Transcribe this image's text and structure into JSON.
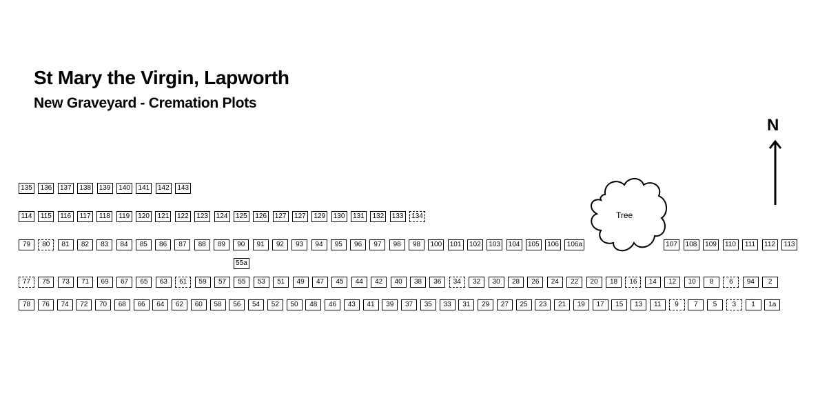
{
  "title": "St Mary the Virgin, Lapworth",
  "subtitle": "New Graveyard - Cremation Plots",
  "north_label": "N",
  "tree_label": "Tree",
  "rows": {
    "row1": [
      {
        "label": "135"
      },
      {
        "label": "136"
      },
      {
        "label": "137"
      },
      {
        "label": "138"
      },
      {
        "label": "139"
      },
      {
        "label": "140"
      },
      {
        "label": "141"
      },
      {
        "label": "142"
      },
      {
        "label": "143"
      }
    ],
    "row2": [
      {
        "label": "114"
      },
      {
        "label": "115"
      },
      {
        "label": "116"
      },
      {
        "label": "117"
      },
      {
        "label": "118"
      },
      {
        "label": "119"
      },
      {
        "label": "120"
      },
      {
        "label": "121"
      },
      {
        "label": "122"
      },
      {
        "label": "123"
      },
      {
        "label": "124"
      },
      {
        "label": "125"
      },
      {
        "label": "126"
      },
      {
        "label": "127"
      },
      {
        "label": "127"
      },
      {
        "label": "129"
      },
      {
        "label": "130"
      },
      {
        "label": "131"
      },
      {
        "label": "132"
      },
      {
        "label": "133"
      },
      {
        "label": "134",
        "dashed": true
      }
    ],
    "row3_west": [
      {
        "label": "79"
      },
      {
        "label": "80",
        "dashed": true
      },
      {
        "label": "81"
      },
      {
        "label": "82"
      },
      {
        "label": "83"
      },
      {
        "label": "84"
      },
      {
        "label": "85"
      },
      {
        "label": "86"
      },
      {
        "label": "87"
      },
      {
        "label": "88"
      },
      {
        "label": "89"
      },
      {
        "label": "90"
      },
      {
        "label": "91"
      },
      {
        "label": "92"
      },
      {
        "label": "93"
      },
      {
        "label": "94"
      },
      {
        "label": "95"
      },
      {
        "label": "96"
      },
      {
        "label": "97"
      },
      {
        "label": "98"
      },
      {
        "label": "98"
      },
      {
        "label": "100"
      },
      {
        "label": "101"
      },
      {
        "label": "102"
      },
      {
        "label": "103"
      },
      {
        "label": "104"
      },
      {
        "label": "105"
      },
      {
        "label": "106"
      },
      {
        "label": "106a"
      }
    ],
    "row3_east": [
      {
        "label": "107"
      },
      {
        "label": "108"
      },
      {
        "label": "109"
      },
      {
        "label": "110"
      },
      {
        "label": "111"
      },
      {
        "label": "112"
      },
      {
        "label": "113"
      }
    ],
    "extra": [
      {
        "label": "55a"
      }
    ],
    "row4": [
      {
        "label": "77",
        "dashed": true
      },
      {
        "label": "75"
      },
      {
        "label": "73"
      },
      {
        "label": "71"
      },
      {
        "label": "69"
      },
      {
        "label": "67"
      },
      {
        "label": "65"
      },
      {
        "label": "63"
      },
      {
        "label": "61",
        "dashed": true
      },
      {
        "label": "59"
      },
      {
        "label": "57"
      },
      {
        "label": "55"
      },
      {
        "label": "53"
      },
      {
        "label": "51"
      },
      {
        "label": "49"
      },
      {
        "label": "47"
      },
      {
        "label": "45"
      },
      {
        "label": "44"
      },
      {
        "label": "42"
      },
      {
        "label": "40"
      },
      {
        "label": "38"
      },
      {
        "label": "36"
      },
      {
        "label": "34",
        "dashed": true
      },
      {
        "label": "32"
      },
      {
        "label": "30"
      },
      {
        "label": "28"
      },
      {
        "label": "26"
      },
      {
        "label": "24"
      },
      {
        "label": "22"
      },
      {
        "label": "20"
      },
      {
        "label": "18"
      },
      {
        "label": "16",
        "dashed": true
      },
      {
        "label": "14"
      },
      {
        "label": "12"
      },
      {
        "label": "10"
      },
      {
        "label": "8"
      },
      {
        "label": "6",
        "dashed": true
      },
      {
        "label": "94"
      },
      {
        "label": "2"
      }
    ],
    "row5": [
      {
        "label": "78"
      },
      {
        "label": "76"
      },
      {
        "label": "74"
      },
      {
        "label": "72"
      },
      {
        "label": "70"
      },
      {
        "label": "68"
      },
      {
        "label": "66"
      },
      {
        "label": "64"
      },
      {
        "label": "62"
      },
      {
        "label": "60"
      },
      {
        "label": "58"
      },
      {
        "label": "56"
      },
      {
        "label": "54"
      },
      {
        "label": "52"
      },
      {
        "label": "50"
      },
      {
        "label": "48"
      },
      {
        "label": "46"
      },
      {
        "label": "43"
      },
      {
        "label": "41"
      },
      {
        "label": "39"
      },
      {
        "label": "37"
      },
      {
        "label": "35"
      },
      {
        "label": "33"
      },
      {
        "label": "31"
      },
      {
        "label": "29"
      },
      {
        "label": "27"
      },
      {
        "label": "25"
      },
      {
        "label": "23"
      },
      {
        "label": "21"
      },
      {
        "label": "19"
      },
      {
        "label": "17"
      },
      {
        "label": "15"
      },
      {
        "label": "13"
      },
      {
        "label": "11"
      },
      {
        "label": "9",
        "dashed": true
      },
      {
        "label": "7"
      },
      {
        "label": "5"
      },
      {
        "label": "3",
        "dashed": true
      },
      {
        "label": "1"
      },
      {
        "label": "1a"
      }
    ]
  }
}
